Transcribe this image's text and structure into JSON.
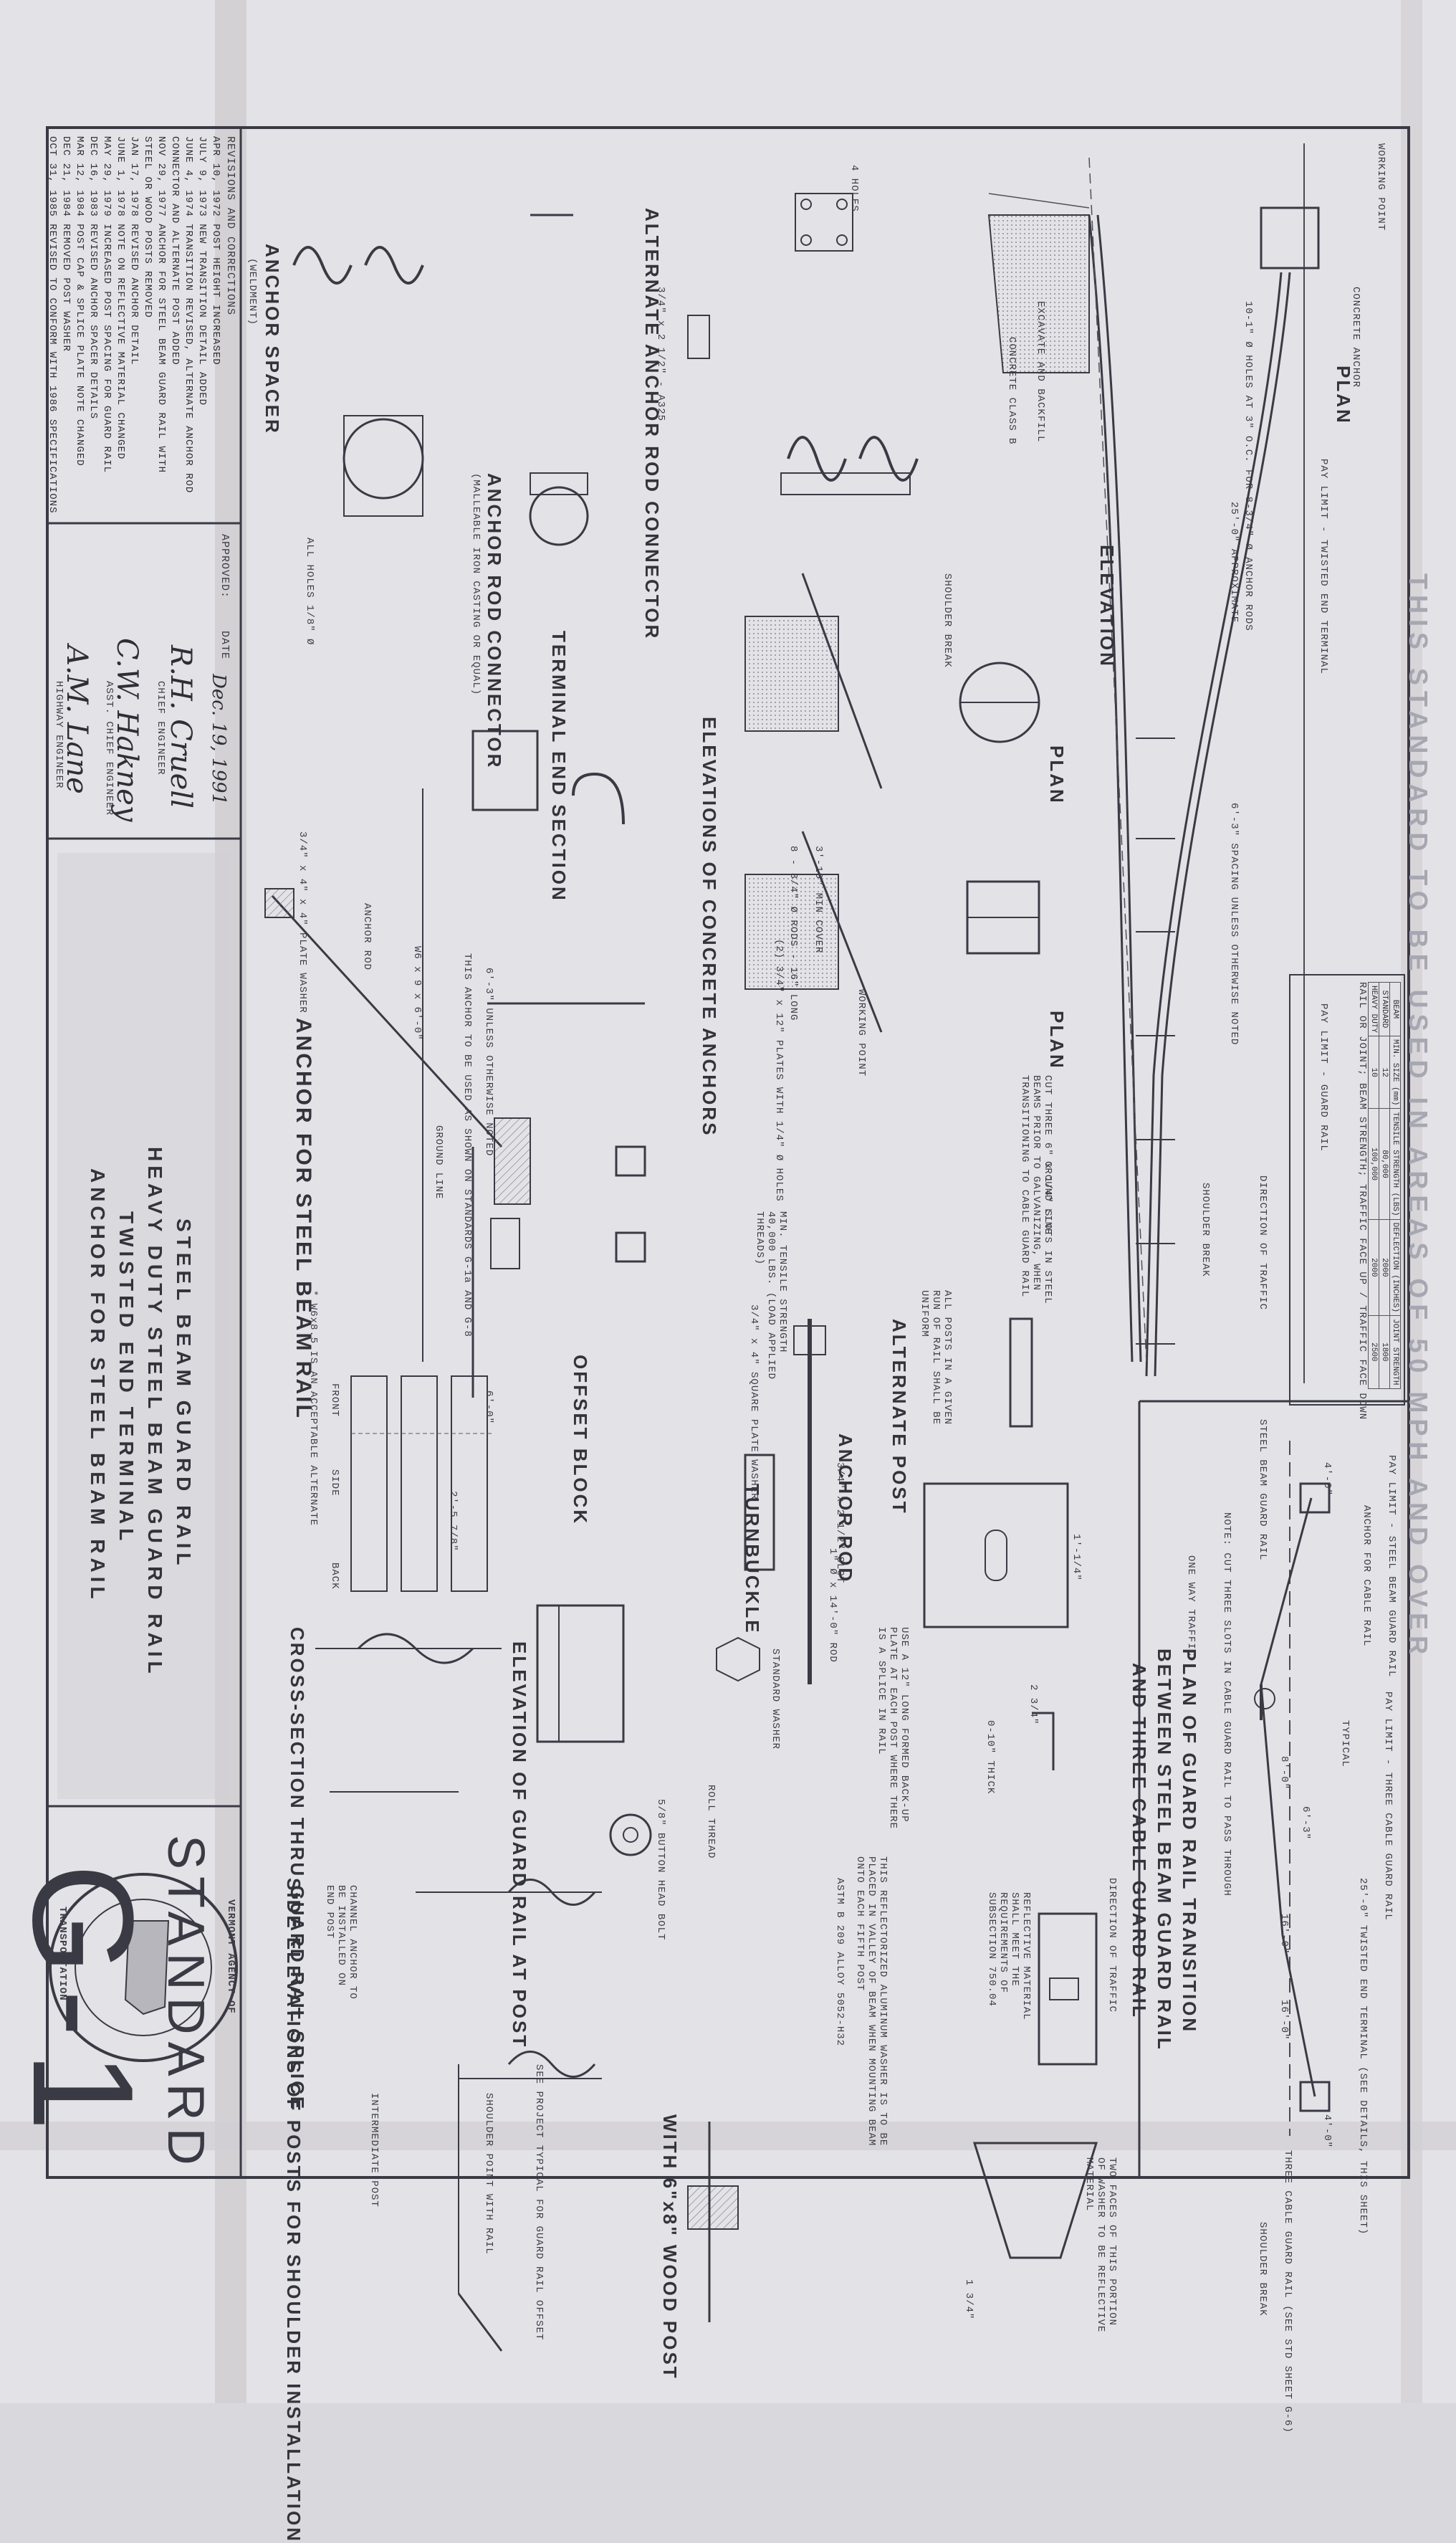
{
  "title_block": {
    "standard_word": "STANDARD",
    "sheet_no": "G-1",
    "titles": [
      "STEEL BEAM GUARD RAIL",
      "HEAVY DUTY STEEL BEAM GUARD RAIL",
      "TWISTED END TERMINAL",
      "ANCHOR FOR STEEL BEAM RAIL"
    ],
    "agency_top": "VERMONT AGENCY OF",
    "agency_bottom": "TRANSPORTATION"
  },
  "revisions": {
    "header": "REVISIONS AND CORRECTIONS",
    "lines": [
      "APR 10, 1972  POST HEIGHT INCREASED",
      "JULY 9, 1973  NEW TRANSITION DETAIL ADDED",
      "JUNE 4, 1974  TRANSITION REVISED, ALTERNATE ANCHOR ROD",
      "              CONNECTOR AND ALTERNATE POST ADDED",
      "NOV 29, 1977  ANCHOR FOR STEEL BEAM GUARD RAIL WITH",
      "              STEEL OR WOOD POSTS REMOVED",
      "JAN 17, 1978  REVISED ANCHOR DETAIL",
      "JUNE 1, 1978  NOTE ON REFLECTIVE MATERIAL CHANGED",
      "MAY 29, 1979  INCREASED POST SPACING FOR GUARD RAIL",
      "DEC 16, 1983  REVISED ANCHOR SPACER DETAILS",
      "MAR 12, 1984  POST CAP & SPLICE PLATE NOTE CHANGED",
      "DEC 21, 1984  REMOVED POST WASHER",
      "OCT 31, 1985  REVISED TO CONFORM WITH 1986 SPECIFICATIONS"
    ]
  },
  "approval": {
    "approved_label": "APPROVED:",
    "date_label": "DATE",
    "date": "Dec. 19, 1991",
    "roles": [
      "CHIEF ENGINEER",
      "ASST. CHIEF ENGINEER",
      "HIGHWAY ENGINEER"
    ],
    "signatures": [
      "R.H. Cruell",
      "C.W. Hakney",
      "A.M. Lane"
    ]
  },
  "plan": {
    "title": "PLAN",
    "faint_note": "THIS STANDARD TO BE USED IN AREAS OF 50 MPH AND OVER",
    "concrete_anchor": "CONCRETE ANCHOR",
    "working_point": "WORKING POINT",
    "shoulder_break": "SHOULDER BREAK",
    "pay_twisted": "PAY LIMIT - TWISTED END TERMINAL",
    "pay_guard": "PAY LIMIT - GUARD RAIL",
    "approx": "25'-0\" APPROXIMATE",
    "spacing": "6'-3\" SPACING UNLESS OTHERWISE NOTED",
    "direction": "DIRECTION OF TRAFFIC",
    "holes_note": "10-1\" Ø HOLES AT 3\" O.C. FOR 8-3/4\" Ø ANCHOR RODS",
    "elevation": "ELEVATION",
    "ground_line": "GROUND LINE",
    "excavate": "EXCAVATE AND BACKFILL",
    "concrete_class": "CONCRETE CLASS B"
  },
  "spec_table": {
    "headers": [
      "BEAM",
      "MIN. SIZE (mm)",
      "TENSILE STRENGTH (LBS)",
      "DEFLECTION (INCHES)",
      "JOINT STRENGTH"
    ],
    "rows": [
      [
        "STANDARD",
        "12",
        "80,000",
        "2000",
        "1800"
      ],
      [
        "HEAVY DUTY",
        "10",
        "100,000",
        "2000",
        "2500"
      ]
    ],
    "note": "RAIL OR JOINT; BEAM STRENGTH; TRAFFIC FACE UP / TRAFFIC FACE DOWN"
  },
  "transition": {
    "title_lines": [
      "PLAN OF GUARD RAIL TRANSITION",
      "BETWEEN STEEL BEAM GUARD RAIL",
      "AND THREE CABLE GUARD RAIL"
    ],
    "pay_steel": "PAY LIMIT - STEEL BEAM GUARD RAIL",
    "pay_cable": "PAY LIMIT - THREE CABLE GUARD RAIL",
    "steel_beam": "STEEL BEAM GUARD RAIL",
    "anchor_rail": "ANCHOR FOR CABLE RAIL",
    "twisted": "25'-0\" TWISTED END TERMINAL (SEE DETAILS, THIS SHEET)",
    "three_cable": "THREE CABLE GUARD RAIL (SEE STD SHEET G-6)",
    "one_way": "ONE WAY TRAFFIC",
    "cut_note": "NOTE: CUT THREE SLOTS IN CABLE GUARD RAIL TO PASS THROUGH",
    "typical": "TYPICAL",
    "d1": "4'-0\"",
    "d2": "8'-0\"",
    "d3": "6'-3\"",
    "d4": "16'-0\"",
    "d5": "16'-0\"",
    "d6": "4'-0\"",
    "shoulder_break": "SHOULDER BREAK"
  },
  "concrete_anchors": {
    "title": "ELEVATIONS OF CONCRETE ANCHORS",
    "plan": "PLAN",
    "working_point": "WORKING POINT",
    "shoulder_break": "SHOULDER BREAK",
    "cover": "3'-10\" MIN COVER",
    "rods": "8 - 3/4\" Ø RODS - 16\" LONG",
    "plates": "(2) 3/4\" x 12\" PLATES WITH 1/4\" Ø HOLES",
    "cut_note": "CUT THREE 6\" x 1/4\" SLOTS IN STEEL BEAMS PRIOR TO GALVANIZING, WHEN TRANSITIONING TO CABLE GUARD RAIL"
  },
  "connector": {
    "alternate": "ALTERNATE ANCHOR ROD CONNECTOR",
    "anchor_rod_connector": "ANCHOR ROD CONNECTOR",
    "malleable": "(MALLEABLE IRON CASTING OR EQUAL)",
    "anchor_spacer": "ANCHOR SPACER",
    "weldment": "(WELDMENT)",
    "all_holes": "ALL HOLES 1/8\" Ø",
    "bolts": "3/4\" x 2 1/2\" - A325",
    "holes4": "4 HOLES"
  },
  "anchor": {
    "terminal_end": "TERMINAL END SECTION",
    "title": "ANCHOR FOR STEEL BEAM RAIL",
    "note": "THIS ANCHOR TO BE USED AS SHOWN ON STANDARDS G-1a AND G-8",
    "anchor_rod": "ANCHOR ROD",
    "plate_washer": "3/4\" x 4\" x 4\" PLATE WASHER",
    "ground_line": "GROUND LINE",
    "spacing": "6'-3\" UNLESS OTHERWISE NOTED",
    "w6": "W6 x 9 x 6'-0\""
  },
  "anchor_rod": {
    "title": "ANCHOR ROD",
    "alternate_post": "ALTERNATE POST",
    "turnbuckle": "TURNBUCKLE",
    "standard_washer": "STANDARD WASHER",
    "tensile": "MIN. TENSILE STRENGTH 40,000 LBS. (LOAD APPLIED THREADS)",
    "plate_washer": "3/4\" x 4\" SQUARE PLATE WASHER",
    "rod_len": "1\" Ø x 14'-0\" ROD",
    "all_posts": "ALL POSTS IN A GIVEN RUN OF RAIL SHALL BE UNIFORM"
  },
  "offset_block": {
    "title": "OFFSET BLOCK",
    "front": "FRONT",
    "side": "SIDE",
    "back": "BACK",
    "note": "* W6x8.5 IS AN ACCEPTABLE ALTERNATE",
    "d1": "6'-0\"",
    "d2": "2'-5 7/8\""
  },
  "washer_plate": {
    "slot": "3/4\" x 2 1/2\" SLOT",
    "note": "USE A 12\" LONG FORMED BACK-UP PLATE AT EACH POST WHERE THERE IS A SPLICE IN RAIL",
    "thick": "0-10\" THICK",
    "d1": "2 3/4\"",
    "d2": "1'-1/4\"",
    "d3": "1 3/4\"",
    "reflect": "THIS REFLECTORIZED ALUMINUM WASHER IS TO BE PLACED IN VALLEY OF BEAM WHEN MOUNTING BEAM ONTO EACH FIFTH POST",
    "astm": "ASTM B 209 ALLOY 5052-H32",
    "direction": "DIRECTION OF TRAFFIC",
    "reflective_material": "REFLECTIVE MATERIAL SHALL MEET THE REQUIREMENTS OF SUBSECTION 750.04",
    "two_faces": "TWO FACES OF THIS PORTION OF WASHER TO BE REFLECTIVE MATERIAL"
  },
  "post_details": {
    "elevation": "ELEVATION OF GUARD RAIL AT POST",
    "cross_section": "CROSS-SECTION THRU GUARD RAIL SPLICE",
    "side_elev": "SIDE ELEVATIONS OF POSTS FOR SHOULDER INSTALLATION",
    "wood_post": "WITH 6\"x8\" WOOD POST",
    "shoulder_point": "SHOULDER POINT WITH RAIL",
    "intermediate": "INTERMEDIATE POST",
    "see_project": "SEE PROJECT TYPICAL FOR GUARD RAIL OFFSET",
    "channel": "CHANNEL ANCHOR TO BE INSTALLED ON END POST",
    "roll_thread": "ROLL THREAD",
    "bolt": "5/8\" BUTTON HEAD BOLT"
  }
}
